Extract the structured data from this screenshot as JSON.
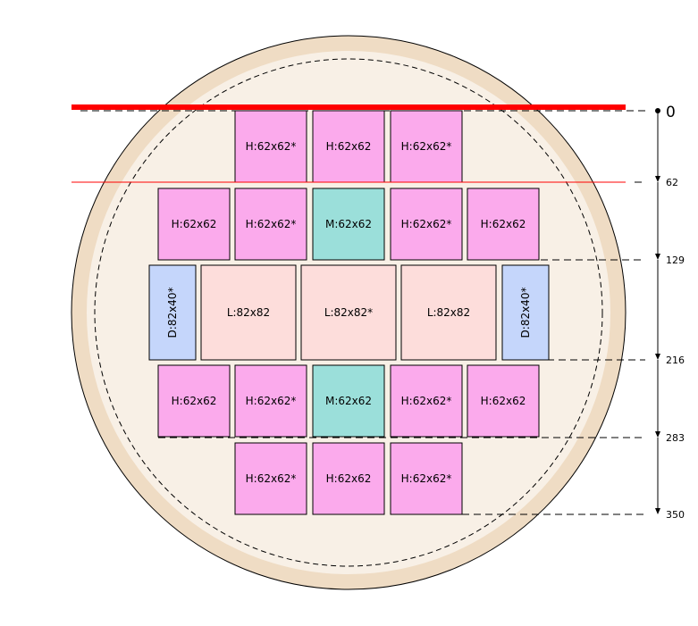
{
  "colors": {
    "wafer_rim": "#efdcc4",
    "wafer_inner": "#f8f0e6",
    "die_H": "#fbaaec",
    "die_M": "#9bdfda",
    "die_L": "#fddddb",
    "die_D": "#c5d6fb",
    "cut_line": "#ff0000"
  },
  "rows": [
    {
      "dies": [
        {
          "type": "H",
          "label": "H:62x62*"
        },
        {
          "type": "H",
          "label": "H:62x62"
        },
        {
          "type": "H",
          "label": "H:62x62*"
        }
      ]
    },
    {
      "dies": [
        {
          "type": "H",
          "label": "H:62x62"
        },
        {
          "type": "H",
          "label": "H:62x62*"
        },
        {
          "type": "M",
          "label": "M:62x62"
        },
        {
          "type": "H",
          "label": "H:62x62*"
        },
        {
          "type": "H",
          "label": "H:62x62"
        }
      ]
    },
    {
      "dies": [
        {
          "type": "D",
          "label": "D:82x40*"
        },
        {
          "type": "L",
          "label": "L:82x82"
        },
        {
          "type": "L",
          "label": "L:82x82*"
        },
        {
          "type": "L",
          "label": "L:82x82"
        },
        {
          "type": "D",
          "label": "D:82x40*"
        }
      ]
    },
    {
      "dies": [
        {
          "type": "H",
          "label": "H:62x62"
        },
        {
          "type": "H",
          "label": "H:62x62*"
        },
        {
          "type": "M",
          "label": "M:62x62"
        },
        {
          "type": "H",
          "label": "H:62x62*"
        },
        {
          "type": "H",
          "label": "H:62x62"
        }
      ]
    },
    {
      "dies": [
        {
          "type": "H",
          "label": "H:62x62*"
        },
        {
          "type": "H",
          "label": "H:62x62"
        },
        {
          "type": "H",
          "label": "H:62x62*"
        }
      ]
    }
  ],
  "scale": {
    "origin_label": "0",
    "ticks": [
      {
        "value": 62,
        "label": "62"
      },
      {
        "value": 129,
        "label": "129"
      },
      {
        "value": 216,
        "label": "216"
      },
      {
        "value": 283,
        "label": "283"
      },
      {
        "value": 350,
        "label": "350"
      }
    ]
  }
}
